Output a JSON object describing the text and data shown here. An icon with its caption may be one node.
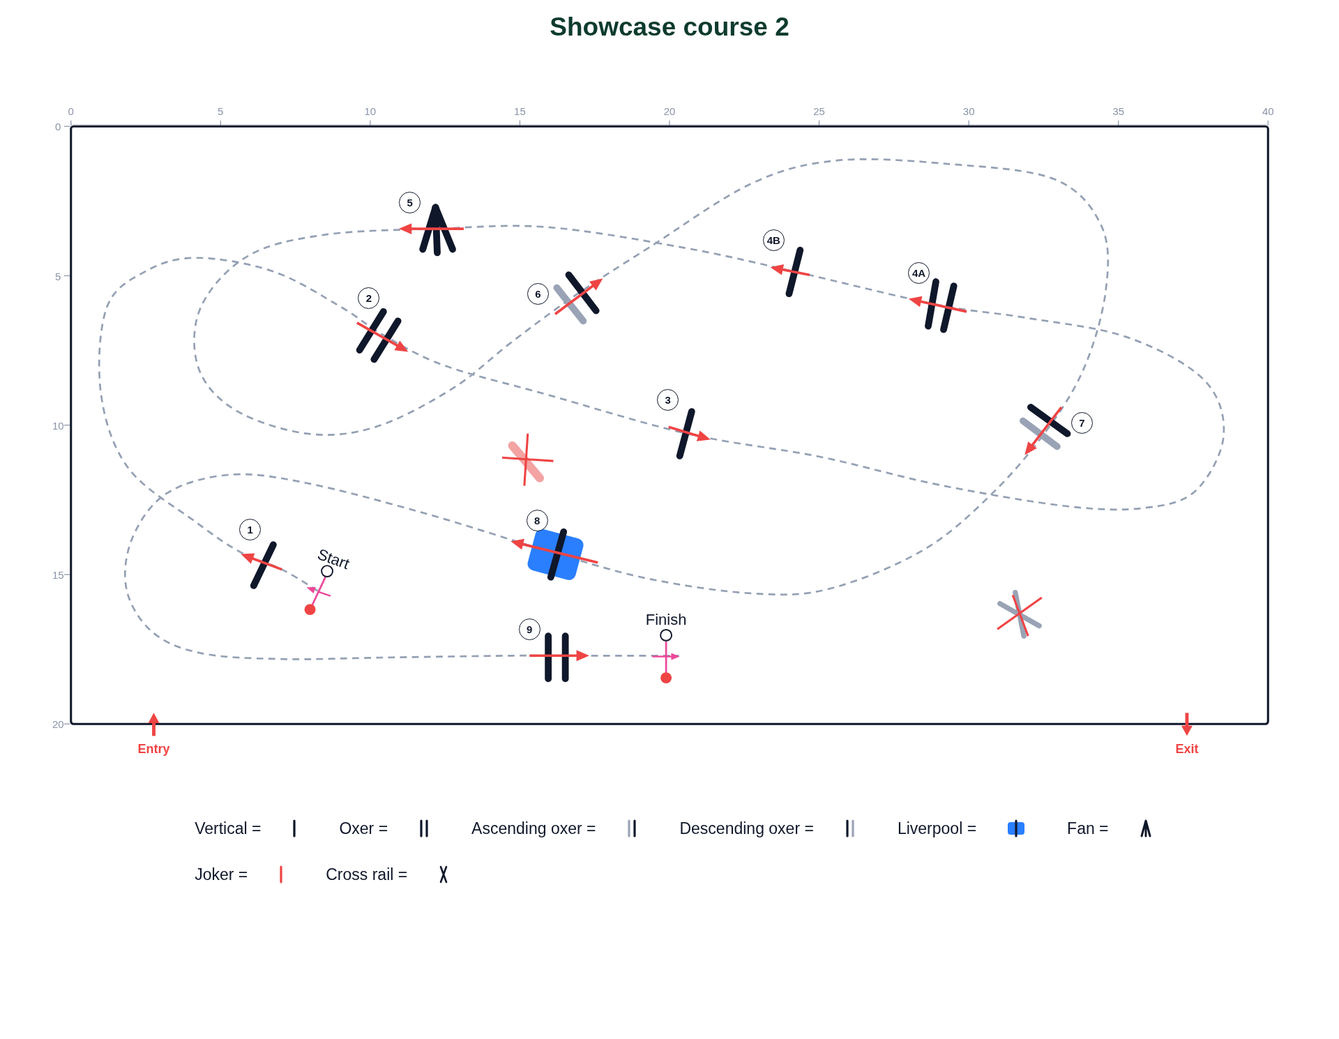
{
  "diagram": {
    "title": "Showcase course 2",
    "nodes": [
      {
        "text": [
          "5"
        ]
      },
      {
        "text": [
          "4B"
        ]
      },
      {
        "text": [
          "4A"
        ]
      },
      {
        "text": [
          "6"
        ]
      },
      {
        "text": [
          "2"
        ]
      },
      {
        "text": [
          "3"
        ]
      },
      {
        "text": [
          "7"
        ]
      },
      {
        "text": [
          "8"
        ]
      },
      {
        "text": [
          "1"
        ]
      },
      {
        "text": [
          "9"
        ]
      }
    ],
    "labels": [
      "0",
      "5",
      "10",
      "15",
      "20",
      "25",
      "30",
      "35",
      "40",
      "0",
      "5",
      "10",
      "15",
      "20",
      "Start",
      "Finish",
      "Entry",
      "Exit"
    ],
    "legend": [
      {
        "text": "Vertical ="
      },
      {
        "text": "Oxer ="
      },
      {
        "text": "Ascending oxer ="
      },
      {
        "text": "Descending oxer ="
      },
      {
        "text": "Liverpool ="
      },
      {
        "text": "Fan ="
      },
      {
        "text": "Joker ="
      },
      {
        "text": "Cross rail ="
      }
    ]
  }
}
